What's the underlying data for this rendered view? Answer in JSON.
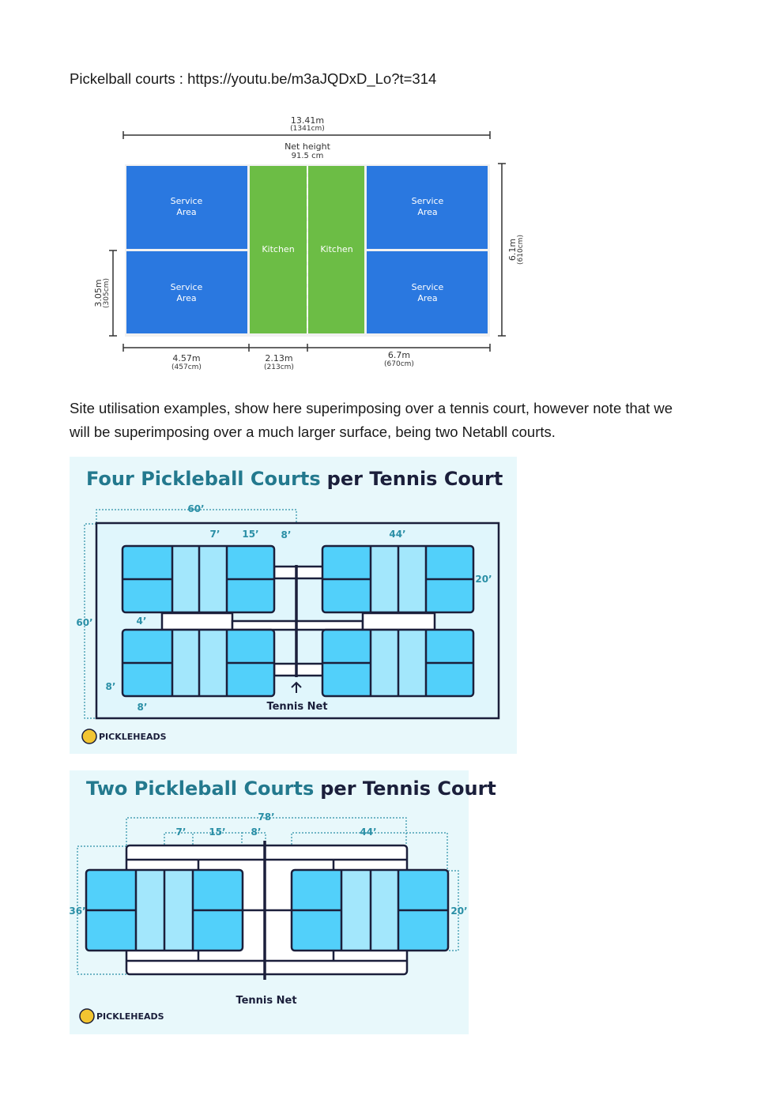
{
  "intro": {
    "label": "Pickelball courts :",
    "link": "https://youtu.be/m3aJQDxD_Lo?t=314"
  },
  "court_diagram": {
    "total_length": "13.41m",
    "total_length_cm": "(1341cm)",
    "net_height_label": "Net height",
    "net_height_value": "91.5 cm",
    "service_area": [
      "Service",
      "Area"
    ],
    "kitchen": "Kitchen",
    "half_width": "3.05m",
    "half_width_cm": "(305cm)",
    "width": "6.1m",
    "width_cm": "(610cm)",
    "service_length": "4.57m",
    "service_length_cm": "(457cm)",
    "kitchen_length": "2.13m",
    "kitchen_length_cm": "(213cm)",
    "half_length": "6.7m",
    "half_length_cm": "(670cm)",
    "colors": {
      "service": "#2a78e0",
      "kitchen": "#6cbd45"
    }
  },
  "paragraph": "Site utilisation examples, show here superimposing over a tennis court, however note that we will be superimposing over a much larger surface, being two Netabll courts.",
  "four_courts": {
    "title_a": "Four Pickleball Courts",
    "title_b": "per Tennis Court",
    "dims": {
      "d60_top": "60’",
      "d7": "7’",
      "d15": "15’",
      "d8_top": "8’",
      "d44": "44’",
      "d20": "20’",
      "d60_left": "60’",
      "d4": "4’",
      "d8_left": "8’",
      "d8_bottom": "8’"
    },
    "net_label": "Tennis Net",
    "logo": "PICKLEHEADS"
  },
  "two_courts": {
    "title_a": "Two Pickleball Courts",
    "title_b": "per Tennis Court",
    "dims": {
      "d78": "78’",
      "d7": "7’",
      "d15": "15’",
      "d8": "8’",
      "d44": "44’",
      "d36": "36’",
      "d20": "20’"
    },
    "net_label": "Tennis Net",
    "logo": "PICKLEHEADS"
  }
}
